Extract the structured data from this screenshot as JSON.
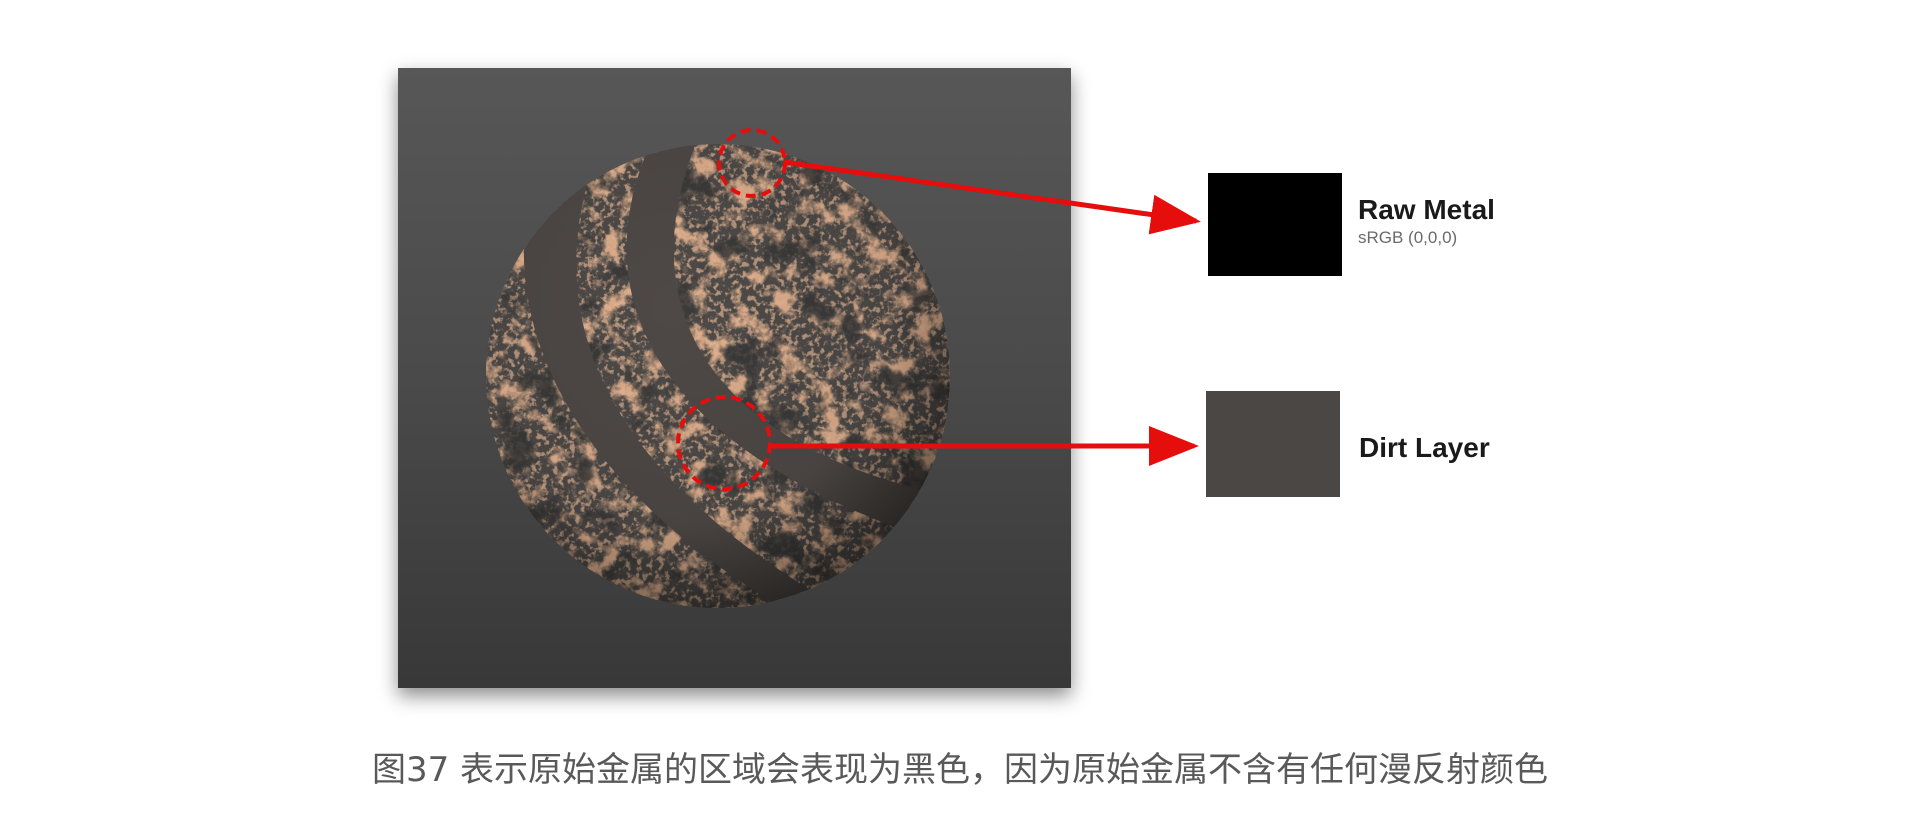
{
  "colors": {
    "panel_top": "#555555",
    "panel_bottom": "#3a3a3a",
    "sphere_base": "#4d4a48",
    "rust": "#b0693f",
    "dark_metal": "#0c0c0c",
    "stripe": "#4e4946",
    "highlight_red": "#e60d0d",
    "raw_metal_swatch": "#000000",
    "dirt_swatch": "#4b4745"
  },
  "legend": [
    {
      "label": "Raw Metal",
      "sublabel": "sRGB (0,0,0)"
    },
    {
      "label": "Dirt Layer"
    }
  ],
  "caption": "图37 表示原始金属的区域会表现为黑色，因为原始金属不含有任何漫反射颜色"
}
